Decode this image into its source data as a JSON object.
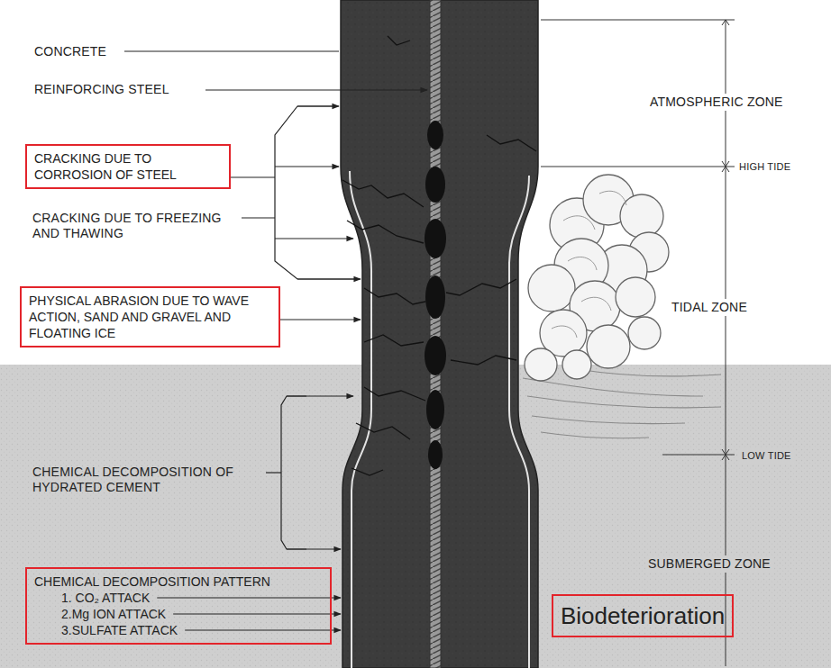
{
  "diagram": {
    "nodes": [
      {
        "text": [
          "CRACKING DUE TO CORROSION OF STEEL"
        ]
      },
      {
        "text": [
          "PHYSICAL ABRASION DUE TO WAVE ACTION, SAND AND GRAVEL AND FLOATING ICE"
        ]
      },
      {
        "text": [
          "CHEMICAL DECOMPOSITION PATTERN",
          "1. CO₂ ATTACK",
          "2.Mg ION ATTACK",
          "3.SULFATE ATTACK"
        ]
      },
      {
        "text": [
          "Biodeterioration"
        ]
      }
    ],
    "labels": [
      "CONCRETE",
      "REINFORCING STEEL",
      "CRACKING DUE TO FREEZING AND THAWING",
      "CHEMICAL DECOMPOSITION OF HYDRATED CEMENT",
      "ATMOSPHERIC ZONE",
      "HIGH TIDE",
      "TIDAL ZONE",
      "LOW TIDE",
      "SUBMERGED ZONE"
    ]
  }
}
